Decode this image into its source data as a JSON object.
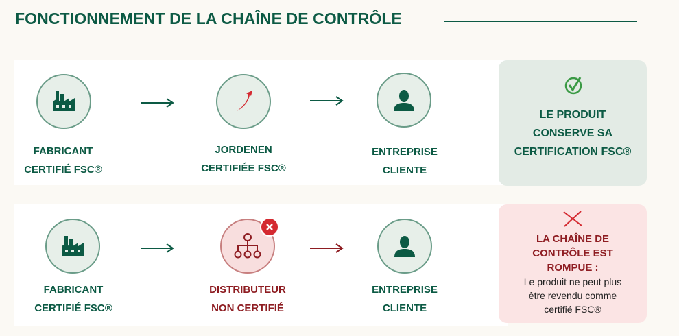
{
  "title": "FONCTIONNEMENT DE LA CHAÎNE DE CONTRÔLE",
  "row1": {
    "step1": {
      "line1": "FABRICANT",
      "line2": "CERTIFIÉ FSC®"
    },
    "step2": {
      "line1": "JORDENEN",
      "line2": "CERTIFIÉE FSC®"
    },
    "step3": {
      "line1": "ENTREPRISE",
      "line2": "CLIENTE"
    },
    "result": {
      "line1": "LE PRODUIT",
      "line2": "CONSERVE SA",
      "line3": "CERTIFICATION FSC®"
    }
  },
  "row2": {
    "step1": {
      "line1": "FABRICANT",
      "line2": "CERTIFIÉ FSC®"
    },
    "step2": {
      "line1": "DISTRIBUTEUR",
      "line2": "NON CERTIFIÉ"
    },
    "step3": {
      "line1": "ENTREPRISE",
      "line2": "CLIENTE"
    },
    "result": {
      "line1": "LA CHAÎNE DE",
      "line2": "CONTRÔLE EST",
      "line3": "ROMPUE :",
      "sub1": "Le produit ne peut plus",
      "sub2": "être revendu comme",
      "sub3": "certifié FSC®"
    }
  },
  "colors": {
    "green": "#0c5a44",
    "red": "#8e1d22",
    "bright_red": "#d42a31"
  }
}
